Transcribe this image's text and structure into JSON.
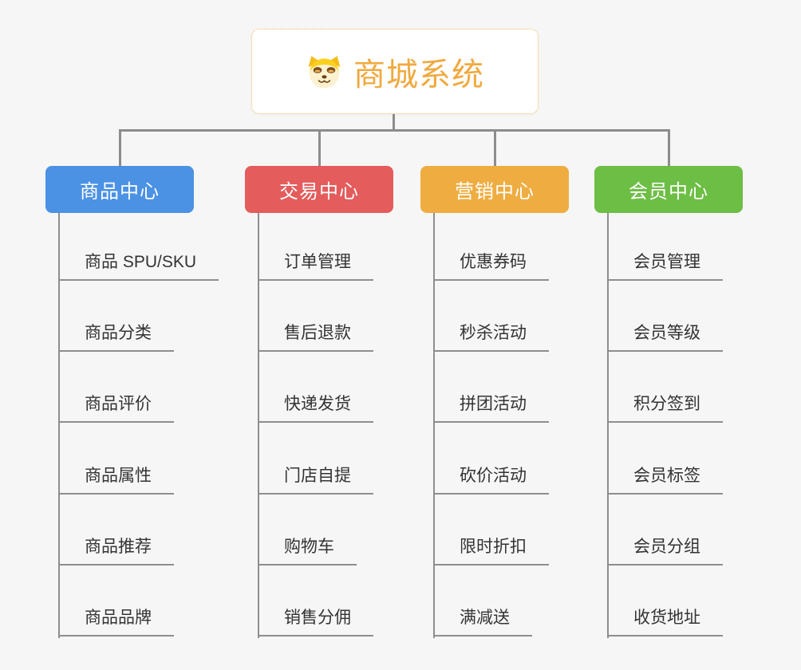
{
  "root": {
    "title": "商城系统",
    "icon": "dog-face-icon",
    "title_color": "#f0a93e",
    "border_color": "#f2ba62"
  },
  "connector_color": "#8c8c8c",
  "branches": [
    {
      "label": "商品中心",
      "color": "#4b92e4",
      "children": [
        "商品 SPU/SKU",
        "商品分类",
        "商品评价",
        "商品属性",
        "商品推荐",
        "商品品牌"
      ]
    },
    {
      "label": "交易中心",
      "color": "#e45c5c",
      "children": [
        "订单管理",
        "售后退款",
        "快递发货",
        "门店自提",
        "购物车",
        "销售分佣"
      ]
    },
    {
      "label": "营销中心",
      "color": "#efad41",
      "children": [
        "优惠券码",
        "秒杀活动",
        "拼团活动",
        "砍价活动",
        "限时折扣",
        "满减送"
      ]
    },
    {
      "label": "会员中心",
      "color": "#6dbe45",
      "children": [
        "会员管理",
        "会员等级",
        "积分签到",
        "会员标签",
        "会员分组",
        "收货地址"
      ]
    }
  ]
}
